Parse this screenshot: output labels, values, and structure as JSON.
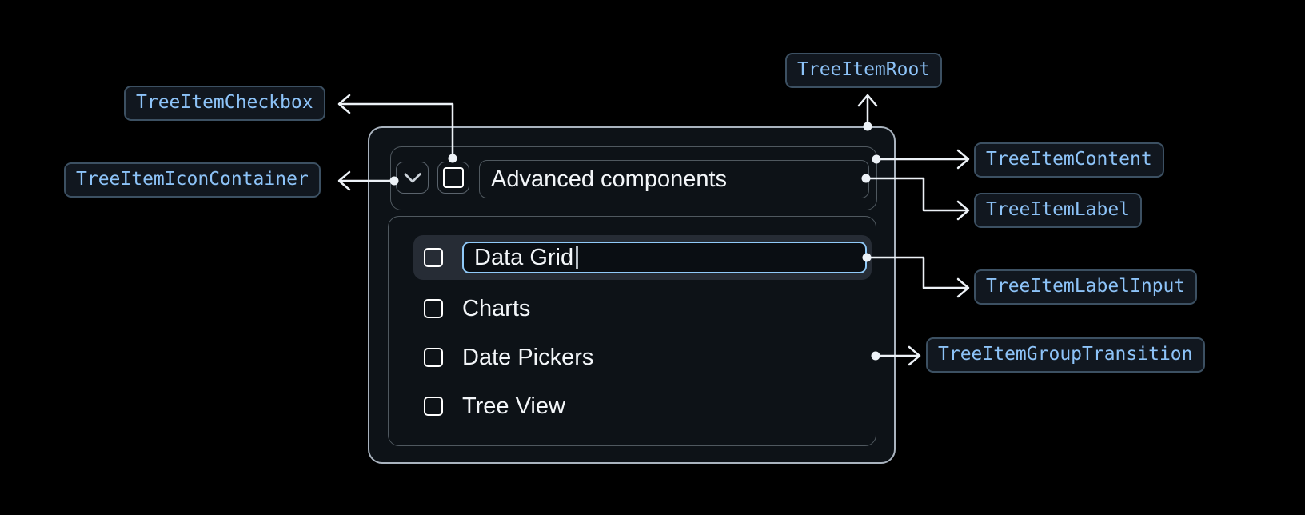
{
  "annotations": {
    "checkbox": "TreeItemCheckbox",
    "icon_container": "TreeItemIconContainer",
    "root": "TreeItemRoot",
    "content": "TreeItemContent",
    "label": "TreeItemLabel",
    "label_input": "TreeItemLabelInput",
    "group_transition": "TreeItemGroupTransition"
  },
  "tree": {
    "parent": {
      "label": "Advanced components",
      "expanded": true,
      "checked": false
    },
    "items": [
      {
        "label": "Data Grid",
        "editing": true,
        "checked": false
      },
      {
        "label": "Charts",
        "checked": false
      },
      {
        "label": "Date Pickers",
        "checked": false
      },
      {
        "label": "Tree View",
        "checked": false
      }
    ]
  },
  "colors": {
    "bg": "#000000",
    "panel_bg": "#0D1217",
    "panel_border": "#A9B3BE",
    "container_border": "#4F585F",
    "control_border": "#5A636C",
    "chip_bg": "#11171F",
    "chip_border": "#3C5062",
    "chip_text": "#8DC3F8",
    "connector": "#EDF2F7",
    "text": "#F3F6F9",
    "row_highlight": "#262C35",
    "input_border": "#90CAF9",
    "input_bg": "#0A0E13",
    "checkbox": "#FFFFFF",
    "chevron": "#CBD2D9",
    "caret": "#B5BCC3"
  }
}
